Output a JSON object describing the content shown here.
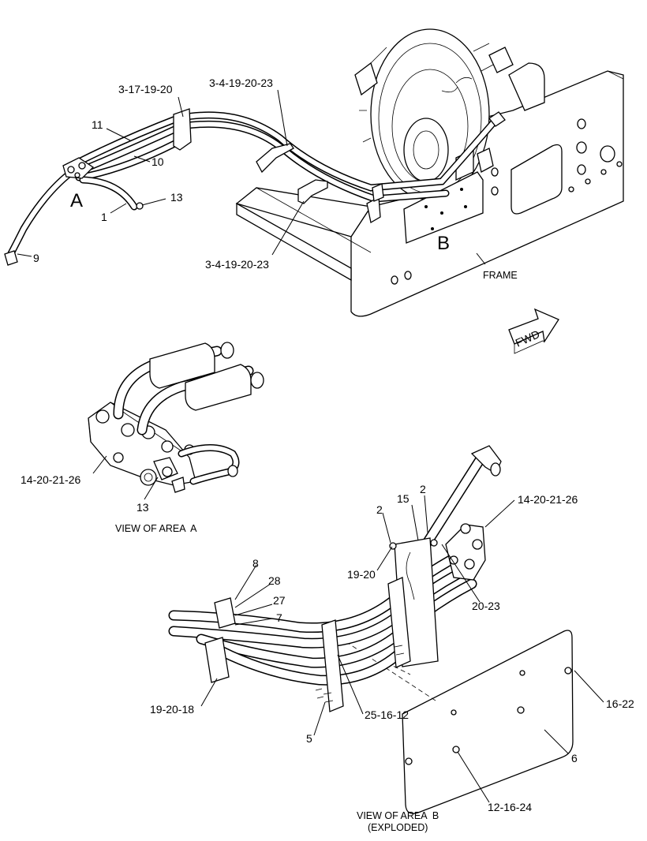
{
  "callouts": {
    "c_3_17_19_20": "3-17-19-20",
    "c_3_4_19_20_23_top": "3-4-19-20-23",
    "c_3_4_19_20_23_bottom": "3-4-19-20-23",
    "c_11": "11",
    "c_10": "10",
    "c_13_top": "13",
    "c_1": "1",
    "c_9": "9",
    "c_14_20_21_26_left": "14-20-21-26",
    "c_13_area_a": "13",
    "c_2_left": "2",
    "c_15": "15",
    "c_2_right": "2",
    "c_14_20_21_26_right": "14-20-21-26",
    "c_19_20": "19-20",
    "c_20_23": "20-23",
    "c_8": "8",
    "c_28": "28",
    "c_27": "27",
    "c_7": "7",
    "c_19_20_18": "19-20-18",
    "c_5": "5",
    "c_25_16_12": "25-16-12",
    "c_16_22": "16-22",
    "c_6": "6",
    "c_12_16_24": "12-16-24"
  },
  "area_markers": {
    "a": "A",
    "b": "B"
  },
  "labels": {
    "frame": "FRAME",
    "fwd": "FWD",
    "view_area_a": "VIEW OF AREA  A",
    "view_area_b_line1": "VIEW OF AREA  B",
    "view_area_b_line2": "(EXPLODED)"
  }
}
